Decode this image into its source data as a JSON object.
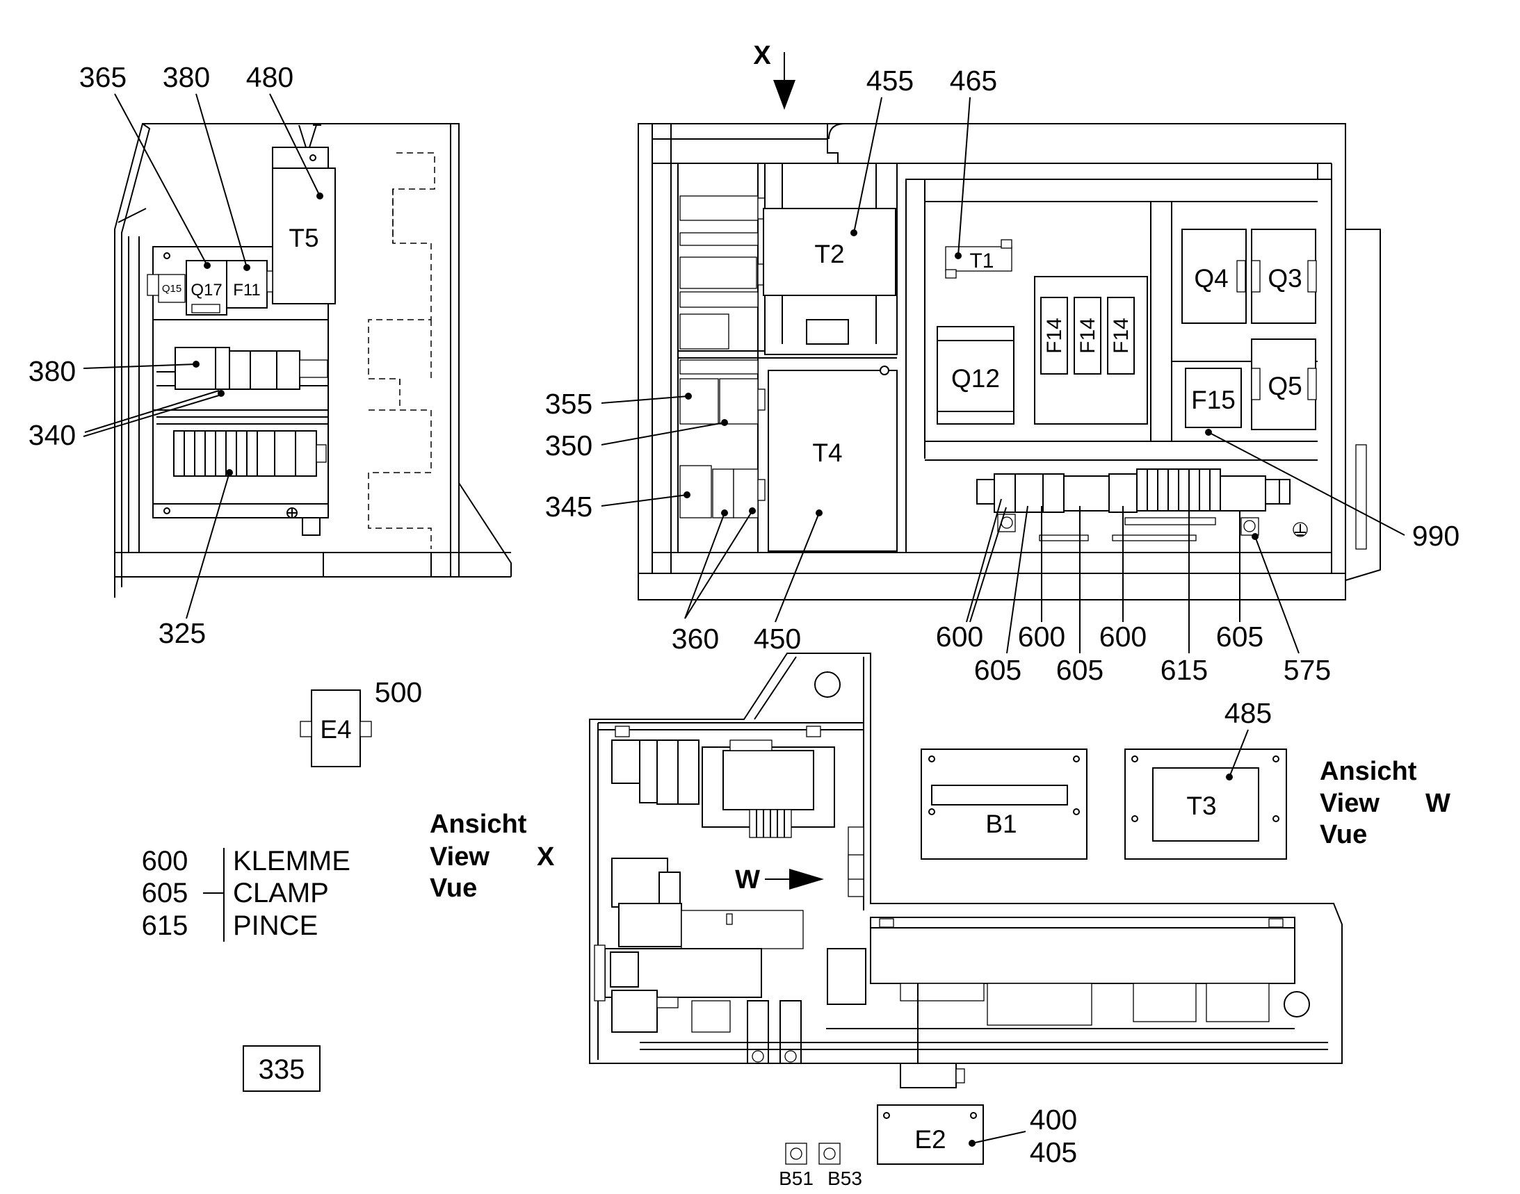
{
  "drawing": {
    "left_panel": {
      "callouts": {
        "c365": "365",
        "c380_top": "380",
        "c480": "480",
        "c380_mid": "380",
        "c340": "340",
        "c325": "325"
      },
      "parts": {
        "t5": "T5",
        "q17": "Q17",
        "f11": "F11",
        "q15": "Q15"
      }
    },
    "right_panel": {
      "view_arrow": "X",
      "callouts": {
        "c455": "455",
        "c465": "465",
        "c355": "355",
        "c350": "350",
        "c345": "345",
        "c990": "990",
        "c360": "360",
        "c450": "450",
        "c600a": "600",
        "c600b": "600",
        "c600c": "600",
        "c605a": "605",
        "c605b": "605",
        "c615": "615",
        "c605c": "605",
        "c575": "575"
      },
      "parts": {
        "t2": "T2",
        "t1": "T1",
        "q4": "Q4",
        "q3": "Q3",
        "q12": "Q12",
        "f14a": "F14",
        "f14b": "F14",
        "f14c": "F14",
        "q5": "Q5",
        "f15": "F15",
        "t4": "T4"
      }
    },
    "e4": {
      "label": "E4",
      "callout": "500"
    },
    "legend": {
      "numbers": [
        "600",
        "605",
        "615"
      ],
      "words": [
        "KLEMME",
        "CLAMP",
        "PINCE"
      ]
    },
    "box_335": "335",
    "view_x_text": [
      "Ansicht",
      "View",
      "X",
      "Vue"
    ],
    "bottom_view": {
      "w_arrow": "W",
      "b1": "B1",
      "t3": "T3",
      "c485": "485",
      "e2": "E2",
      "c400": "400",
      "c405": "405",
      "b51": "B51",
      "b53": "B53"
    },
    "view_w_text": [
      "Ansicht",
      "View",
      "W",
      "Vue"
    ]
  }
}
